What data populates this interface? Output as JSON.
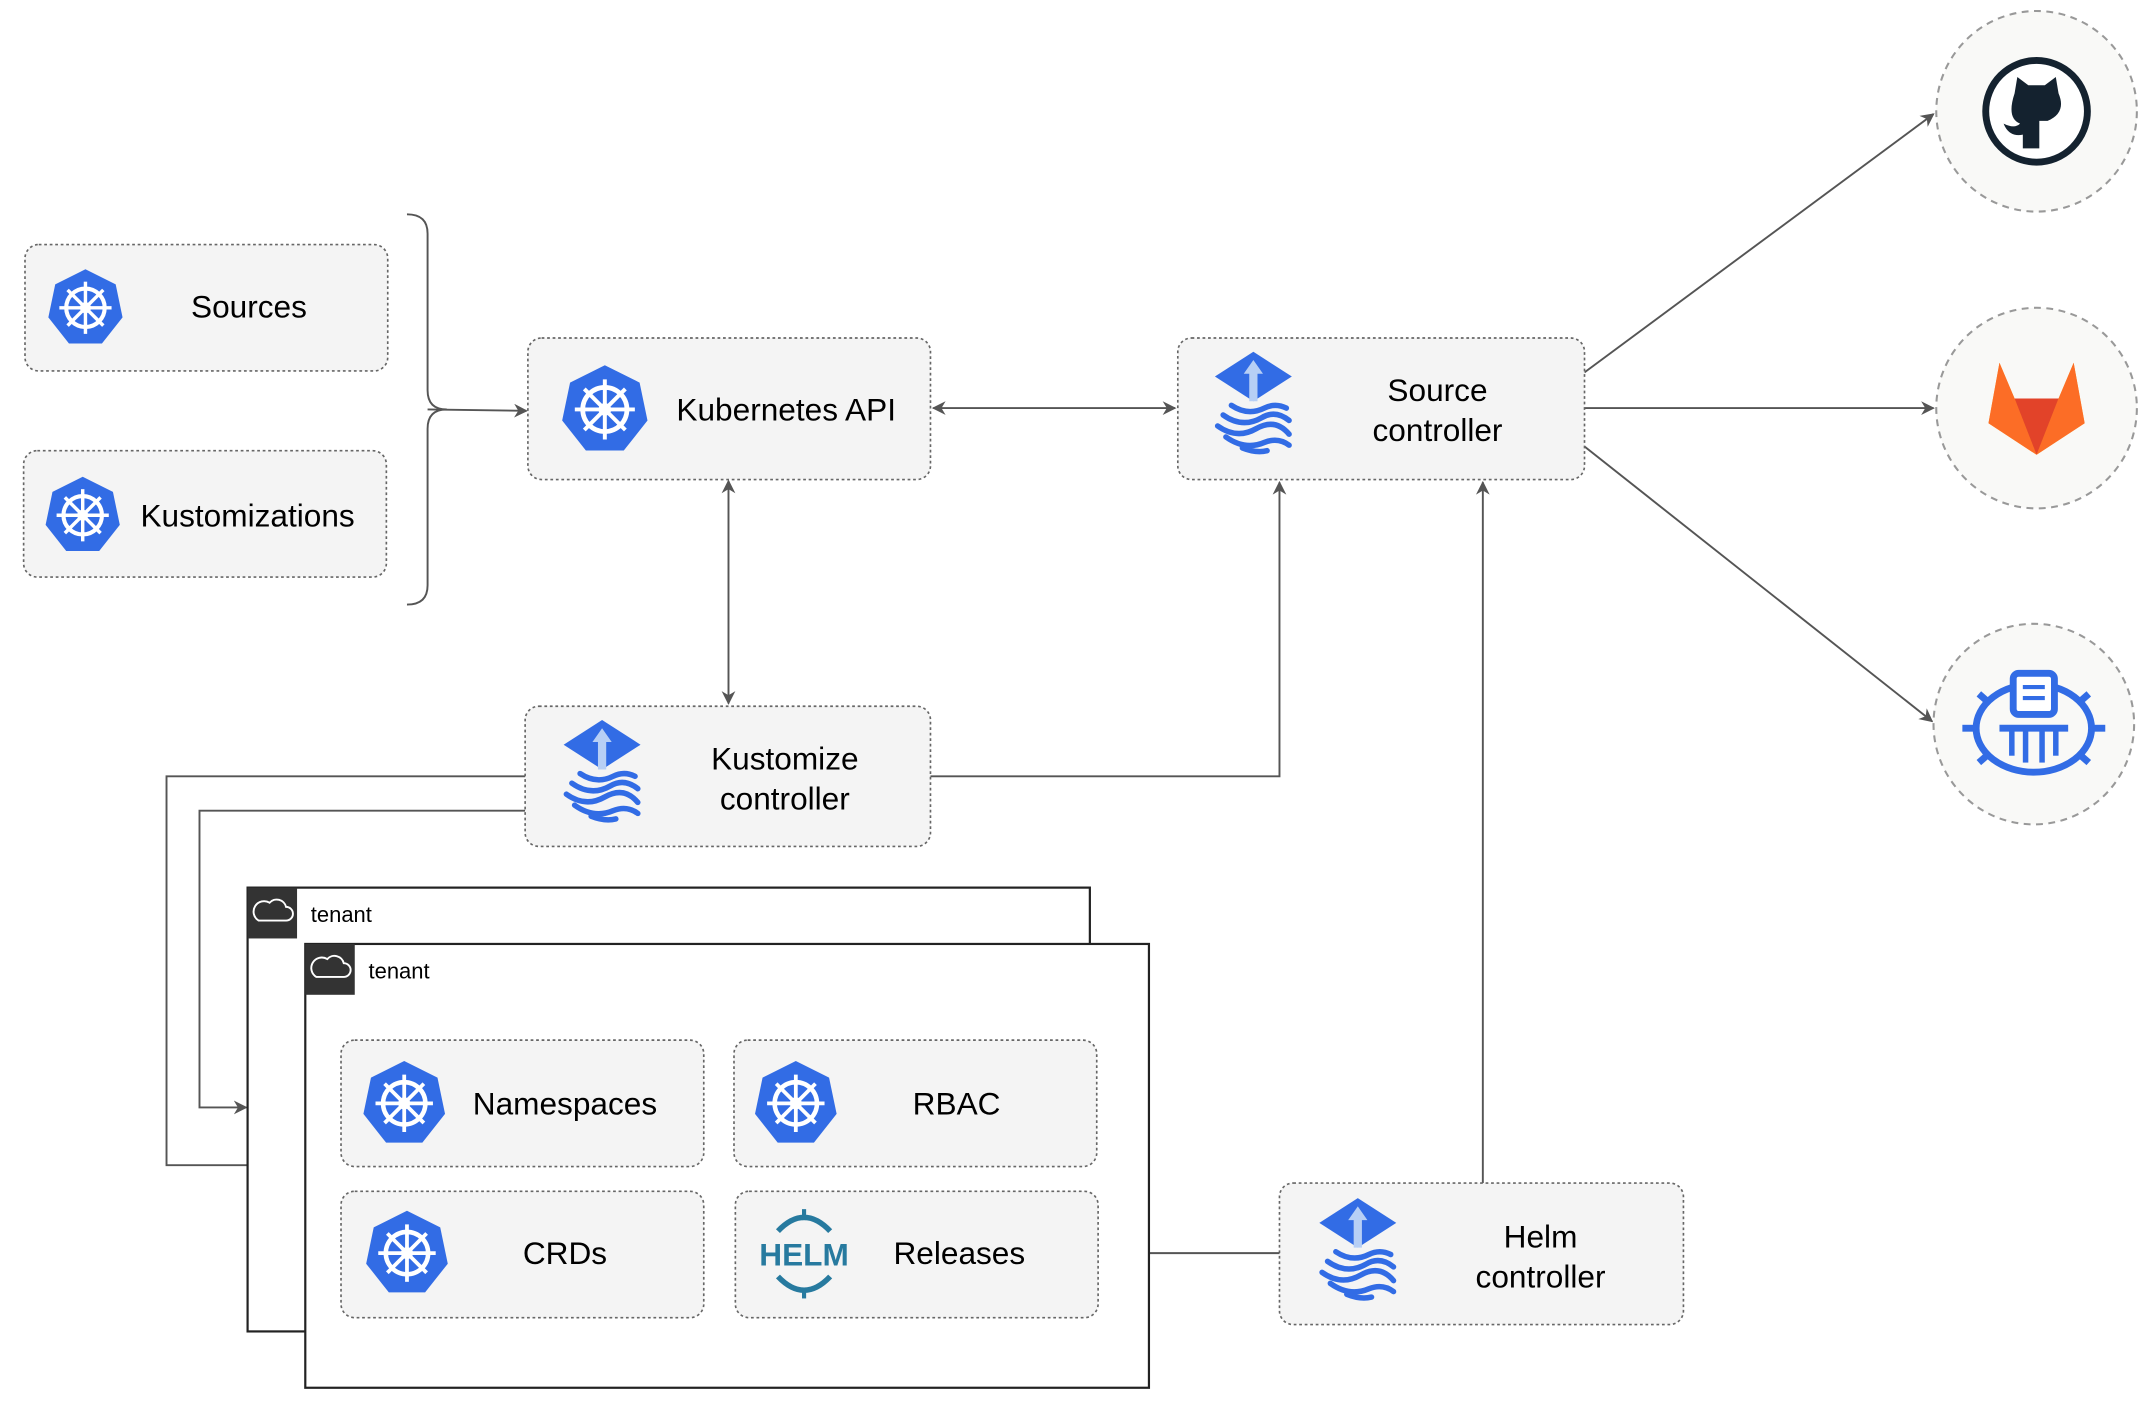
{
  "nodes": {
    "sources": "Sources",
    "kustomizations": "Kustomizations",
    "kubernetes_api": "Kubernetes API",
    "source_controller": [
      "Source",
      "controller"
    ],
    "kustomize_controller": [
      "Kustomize",
      "controller"
    ],
    "helm_controller": [
      "Helm",
      "controller"
    ],
    "namespaces": "Namespaces",
    "rbac": "RBAC",
    "crds": "CRDs",
    "releases": "Releases",
    "helm_logo_text": "HELM"
  },
  "tenants": [
    "tenant",
    "tenant"
  ],
  "external_sources": [
    {
      "icon": "github-icon"
    },
    {
      "icon": "gitlab-icon"
    },
    {
      "icon": "bucket-icon"
    }
  ],
  "colors": {
    "kubernetes_blue": "#326ce5",
    "box_fill": "#f4f4f4",
    "edge": "#555555",
    "gitlab_orange": "#e24329",
    "github_dark": "#14222f",
    "helm_blue": "#277a9f"
  }
}
